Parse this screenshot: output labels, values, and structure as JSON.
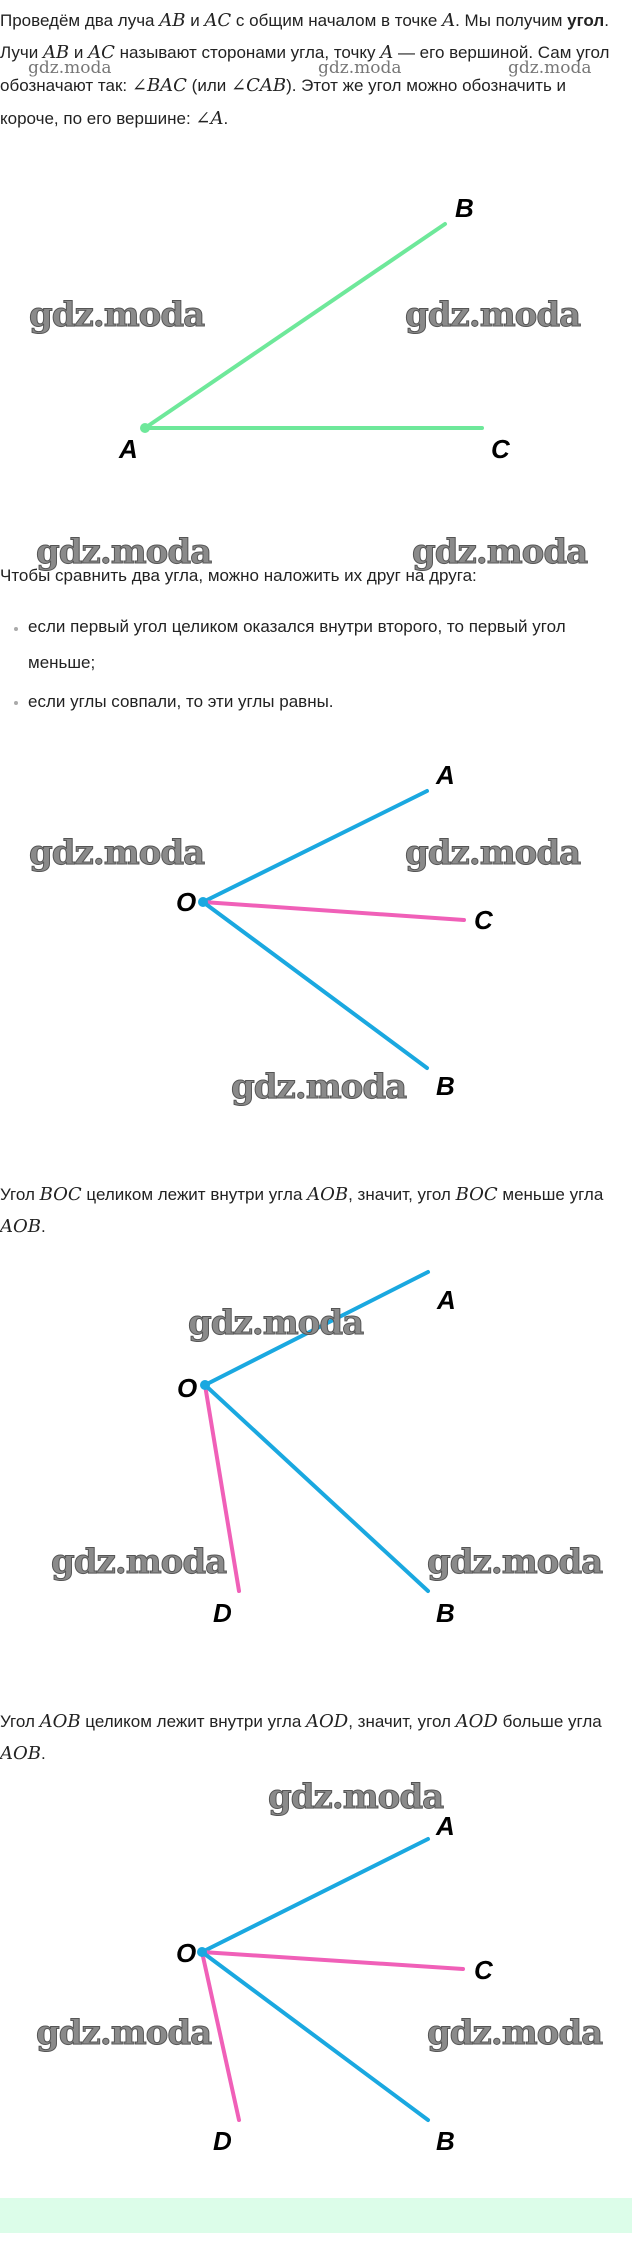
{
  "paragraph1": {
    "l1a": "Проведём два луча ",
    "m1": "AB",
    "l1b": " и ",
    "m2": "AC",
    "l1c": " с общим началом в точке ",
    "m3": "A",
    "l1d": ". Мы получим ",
    "bold": "угол",
    "l1e": ".",
    "l2a": "Лучи ",
    "m4": "AB",
    "l2b": " и ",
    "m5": "AC",
    "l2c": " называют сторонами угла, точку ",
    "m6": "A",
    "l2d": " — его вершиной. Сам угол",
    "l3a": "обозначают так: ",
    "m7": "∠BAC",
    "l3b": " (или ",
    "m8": "∠CAB",
    "l3c": "). Этот же угол можно обозначить и",
    "l4a": "короче, по его вершине: ",
    "m9": "∠A",
    "l4b": "."
  },
  "compare": {
    "intro": "Чтобы сравнить два угла, можно наложить их друг на друга:",
    "bullets": [
      "если первый угол целиком оказался внутри второго, то первый угол",
      "меньше;",
      "если углы совпали, то эти углы равны."
    ]
  },
  "paragraph2": {
    "a": "Угол ",
    "m1": "BOC",
    "b": " целиком лежит внутри угла ",
    "m2": "AOB",
    "c": ", значит, угол ",
    "m3": "BOC",
    "d": " меньше угла",
    "m4": "AOB",
    "e": "."
  },
  "paragraph3": {
    "a": "Угол ",
    "m1": "AOB",
    "b": " целиком лежит внутри угла ",
    "m2": "AOD",
    "c": ", значит, угол ",
    "m3": "AOD",
    "d": " больше угла",
    "m4": "AOB",
    "e": "."
  },
  "figures": {
    "fig1": {
      "vertex": "A",
      "ray1": "B",
      "ray2": "C"
    },
    "fig2": {
      "vertex": "O",
      "ray1": "A",
      "ray2": "C",
      "ray3": "B"
    },
    "fig3": {
      "vertex": "O",
      "ray1": "A",
      "ray2": "D",
      "ray3": "B"
    },
    "fig4": {
      "vertex": "O",
      "ray1": "A",
      "ray2": "C",
      "ray3": "D",
      "ray4": "B"
    }
  },
  "colors": {
    "green": "#6ee89a",
    "blue": "#1aa8e0",
    "pink": "#f060b8",
    "band": "#dcfde9"
  },
  "watermark": "gdz.moda"
}
